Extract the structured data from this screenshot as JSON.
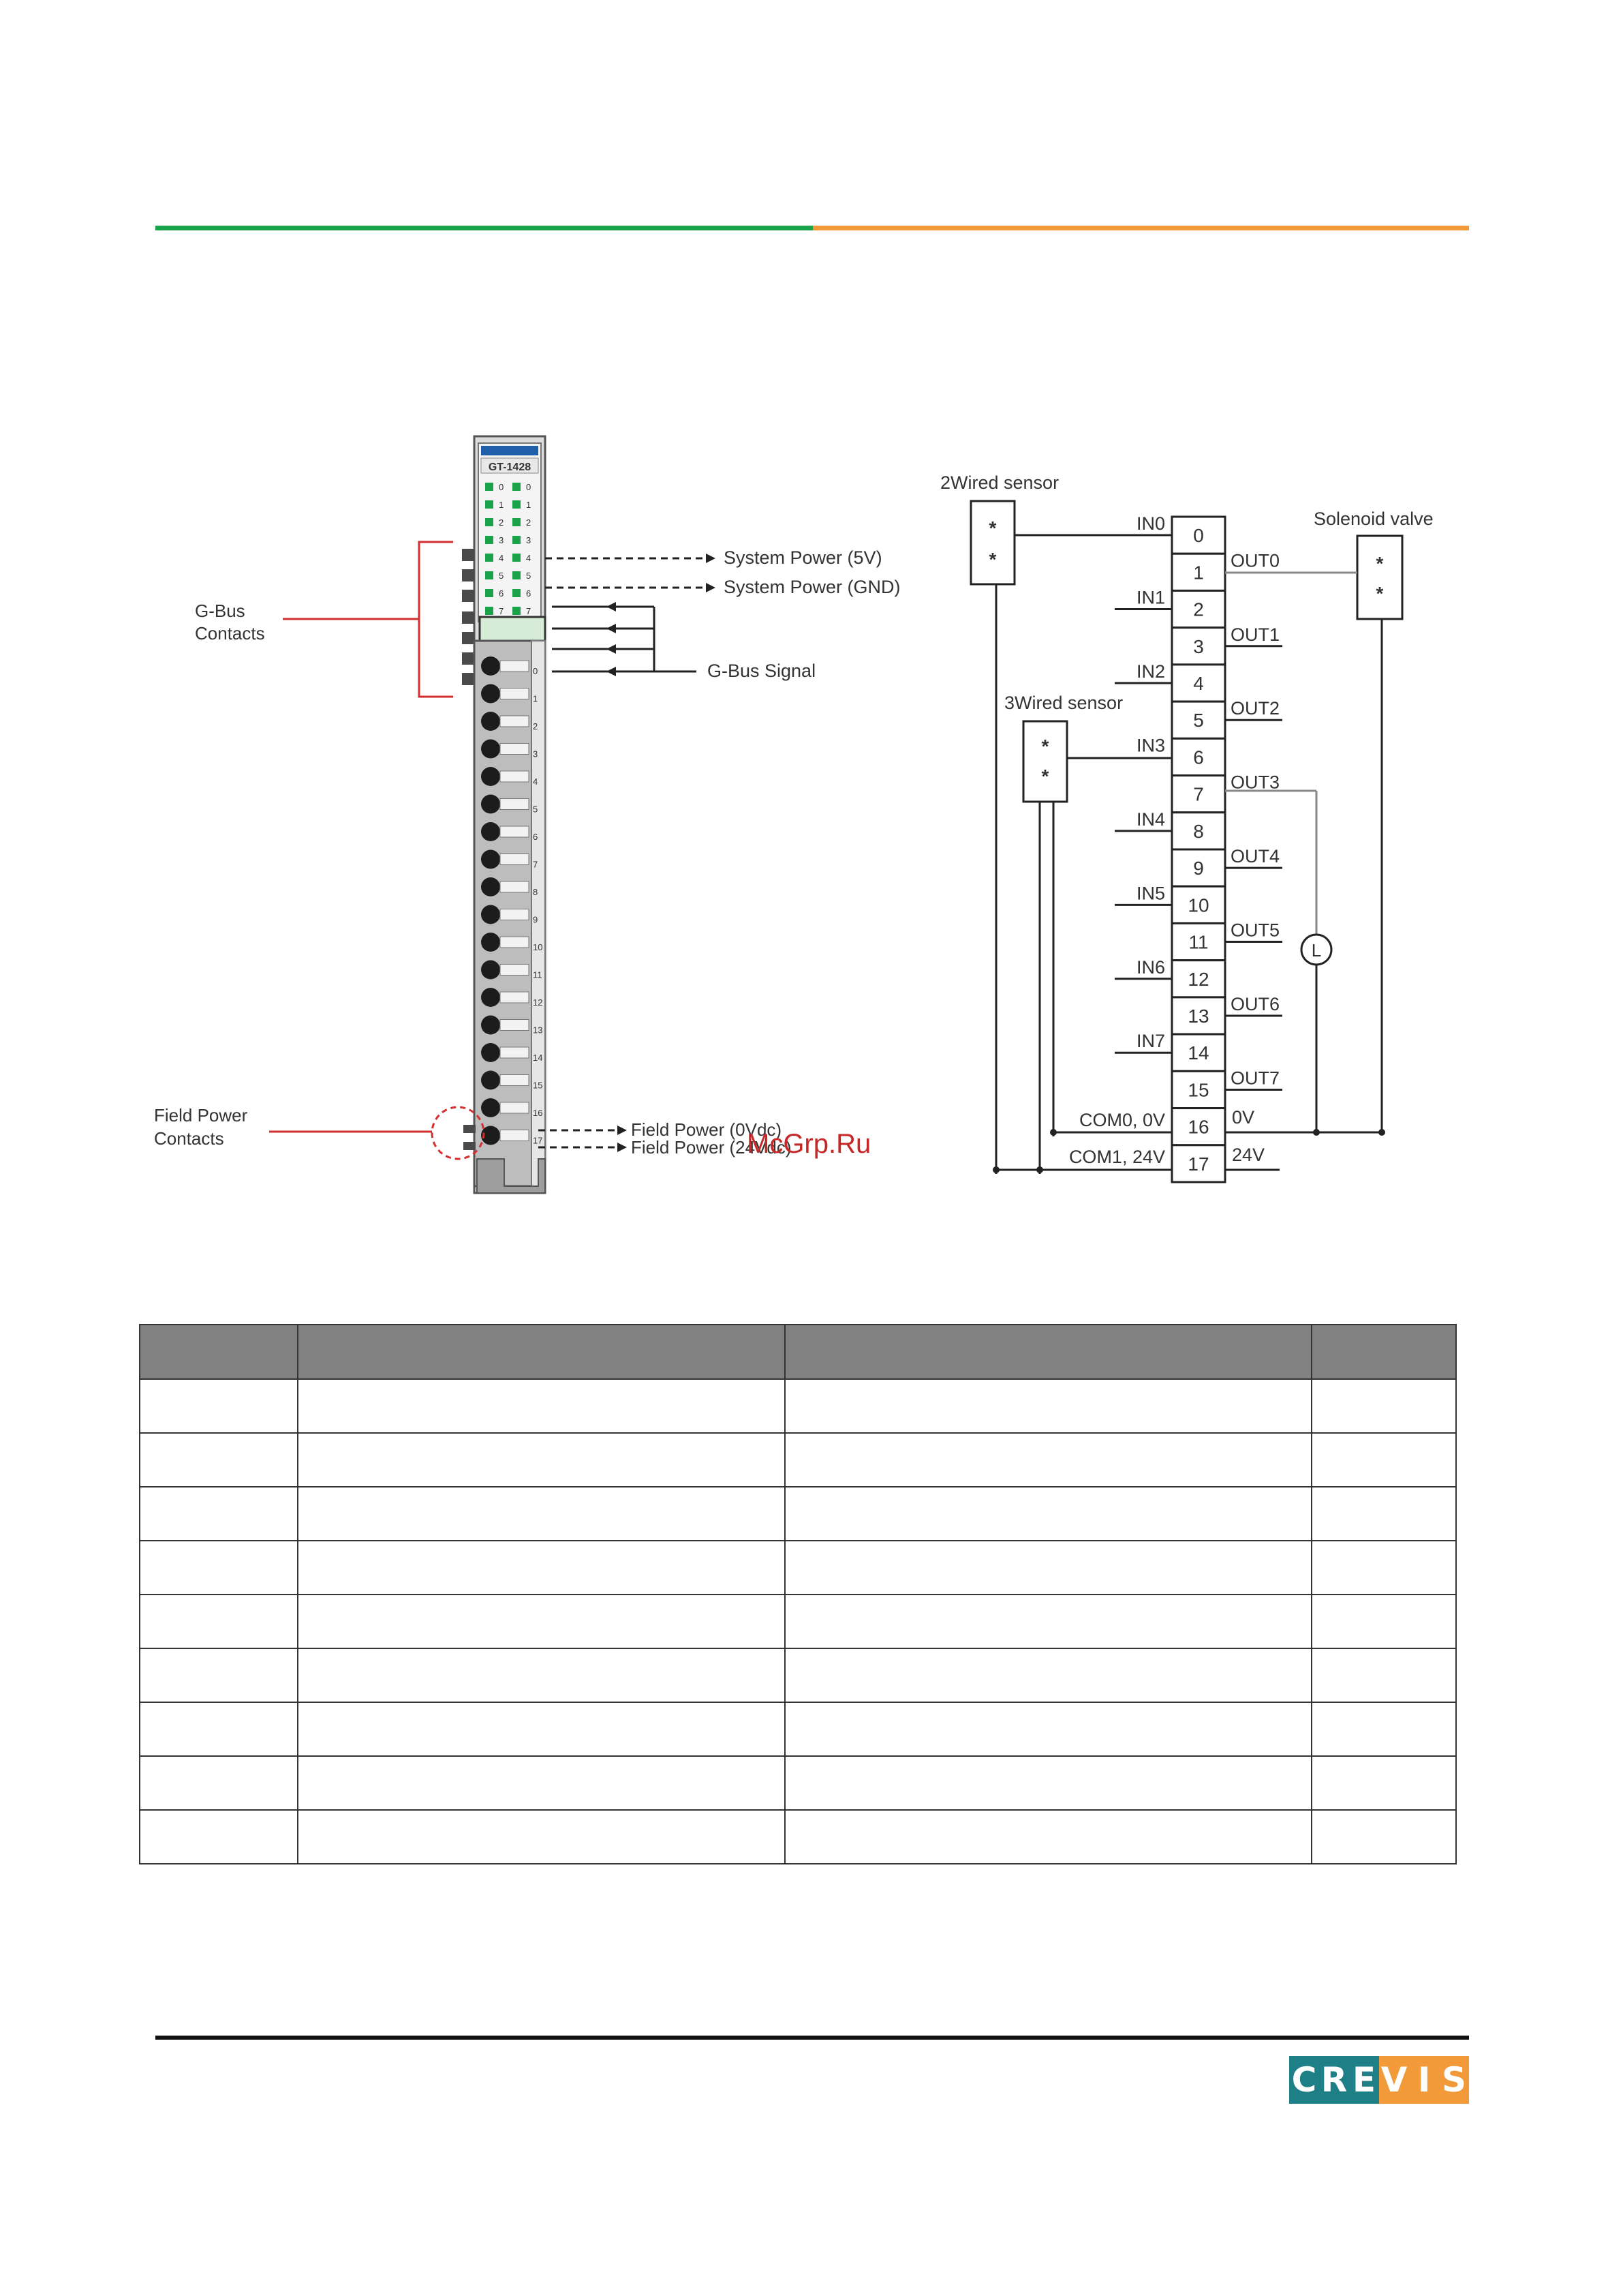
{
  "header": {
    "rule_colors": [
      "#1aa34a",
      "#f29a3a"
    ]
  },
  "module": {
    "model": "GT-1428",
    "led_numbers": [
      "0",
      "1",
      "2",
      "3",
      "4",
      "5",
      "6",
      "7"
    ],
    "terminal_numbers": [
      "0",
      "1",
      "2",
      "3",
      "4",
      "5",
      "6",
      "7",
      "8",
      "9",
      "10",
      "11",
      "12",
      "13",
      "14",
      "15",
      "16",
      "17"
    ],
    "labels": {
      "gbus_contacts_line1": "G-Bus",
      "gbus_contacts_line2": "Contacts",
      "field_power_contacts_line1": "Field Power",
      "field_power_contacts_line2": "Contacts",
      "system_power_5v": "System Power (5V)",
      "system_power_gnd": "System Power (GND)",
      "gbus_signal": "G-Bus Signal",
      "field_power_0v": "Field Power (0Vdc)",
      "field_power_24v": "Field Power (24Vdc)"
    }
  },
  "wiring": {
    "two_wired_sensor": "2Wired sensor",
    "three_wired_sensor": "3Wired sensor",
    "solenoid_valve": "Solenoid valve",
    "sensor_mark": "*",
    "load_symbol": "L",
    "terminals": [
      "0",
      "1",
      "2",
      "3",
      "4",
      "5",
      "6",
      "7",
      "8",
      "9",
      "10",
      "11",
      "12",
      "13",
      "14",
      "15",
      "16",
      "17"
    ],
    "inputs": [
      "IN0",
      "IN1",
      "IN2",
      "IN3",
      "IN4",
      "IN5",
      "IN6",
      "IN7"
    ],
    "outputs": [
      "OUT0",
      "OUT1",
      "OUT2",
      "OUT3",
      "OUT4",
      "OUT5",
      "OUT6",
      "OUT7"
    ],
    "com0": "COM0, 0V",
    "com1": "COM1, 24V",
    "zero_v": "0V",
    "twentyfour_v": "24V"
  },
  "table": {
    "header": [
      "",
      "",
      "",
      ""
    ],
    "rows": [
      [
        "",
        "",
        "",
        ""
      ],
      [
        "",
        "",
        "",
        ""
      ],
      [
        "",
        "",
        "",
        ""
      ],
      [
        "",
        "",
        "",
        ""
      ],
      [
        "",
        "",
        "",
        ""
      ],
      [
        "",
        "",
        "",
        ""
      ],
      [
        "",
        "",
        "",
        ""
      ],
      [
        "",
        "",
        "",
        ""
      ],
      [
        "",
        "",
        "",
        ""
      ]
    ]
  },
  "watermark": "McGrp.Ru",
  "footer": {
    "logo_left": [
      "C",
      "R",
      "E"
    ],
    "logo_right": [
      "V",
      "I",
      "S"
    ],
    "logo_colors": [
      "#1f7f86",
      "#f29a3a"
    ]
  }
}
